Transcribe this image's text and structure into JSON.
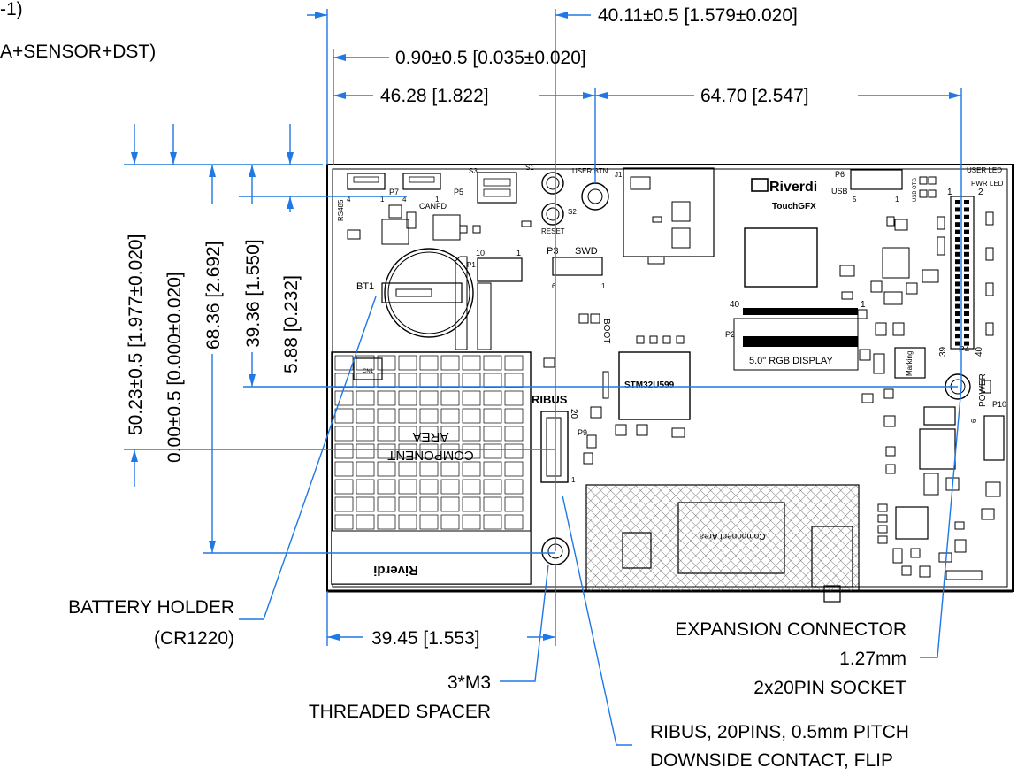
{
  "header": {
    "title_fragment_1": "-1)",
    "title_fragment_2": "A+SENSOR+DST)"
  },
  "dimensions": {
    "top": [
      {
        "name": "dim-top-40-11",
        "text": "40.11±0.5 [1.579±0.020]"
      },
      {
        "name": "dim-top-0-90",
        "text": "0.90±0.5 [0.035±0.020]"
      },
      {
        "name": "dim-top-46-28",
        "text": "46.28 [1.822]"
      },
      {
        "name": "dim-top-64-70",
        "text": "64.70 [2.547]"
      }
    ],
    "left": [
      {
        "name": "dim-left-50-23",
        "text": "50.23±0.5 [1.977±0.020]"
      },
      {
        "name": "dim-left-0-00",
        "text": "0.00±0.5 [0.000±0.020]"
      },
      {
        "name": "dim-left-68-36",
        "text": "68.36 [2.692]"
      },
      {
        "name": "dim-left-39-36",
        "text": "39.36 [1.550]"
      },
      {
        "name": "dim-left-5-88",
        "text": "5.88 [0.232]"
      }
    ],
    "bottom": {
      "text": "39.45 [1.553]"
    }
  },
  "callouts": {
    "battery": [
      "BATTERY HOLDER",
      "(CR1220)"
    ],
    "spacer": [
      "3*M3",
      "THREADED SPACER"
    ],
    "expansion": [
      "EXPANSION CONNECTOR",
      "1.27mm",
      "2x20PIN SOCKET"
    ],
    "ribus": [
      "RIBUS, 20PINS, 0.5mm PITCH",
      "DOWNSIDE CONTACT, FLIP"
    ]
  },
  "board": {
    "brand": "Riverdi",
    "brand_sub": "TouchGFX",
    "mcu": "STM32U599",
    "display_label": "5.0\" RGB DISPLAY",
    "component_area": [
      "COMPONENT",
      "AREA"
    ],
    "component_area_small": "Component Area",
    "ribus_label": "RIBUS",
    "silk": {
      "rs485": "RS485",
      "p7": "P7",
      "p5": "P5",
      "canfd": "CANFD",
      "s3": "S3",
      "s1": "S1",
      "s2": "S2",
      "reset": "RESET",
      "user_btn": "USER BTN",
      "j1": "J1",
      "p6": "P6",
      "usb": "USB",
      "usb_otg": "USB OTG",
      "user_led": "USER LED",
      "pwr_led": "PWR LED",
      "p3": "P3",
      "swd": "SWD",
      "p1": "P1",
      "bt1": "BT1",
      "boot": "BOOT",
      "p2": "P2",
      "p4": "P4",
      "p9": "P9",
      "p10": "P10",
      "power": "POWER",
      "cn1": "CN1",
      "marking": "Marking",
      "n4a": "4",
      "n1a": "1",
      "n4b": "4",
      "n1b": "1",
      "n5": "5",
      "n1c": "1",
      "n10": "10",
      "n1d": "1",
      "n6": "6",
      "n1e": "1",
      "n40a": "40",
      "n1f": "1",
      "n2": "2",
      "n39": "39",
      "n40b": "40",
      "n20": "20",
      "n1g": "1",
      "n1h": "1",
      "n6b": "6"
    }
  }
}
